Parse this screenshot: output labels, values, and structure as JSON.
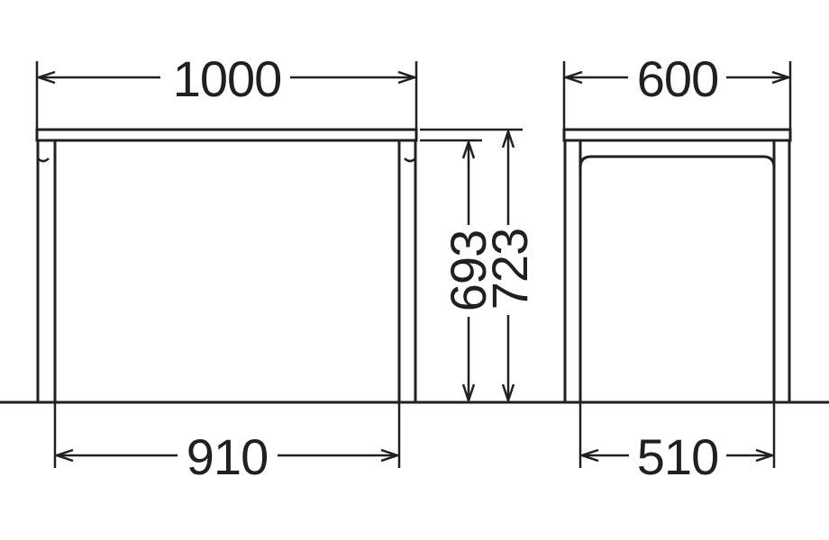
{
  "front_view": {
    "width_top": "1000",
    "width_bottom": "910",
    "height_inner": "693",
    "height_total": "723"
  },
  "side_view": {
    "depth_top": "600",
    "depth_bottom": "510"
  }
}
